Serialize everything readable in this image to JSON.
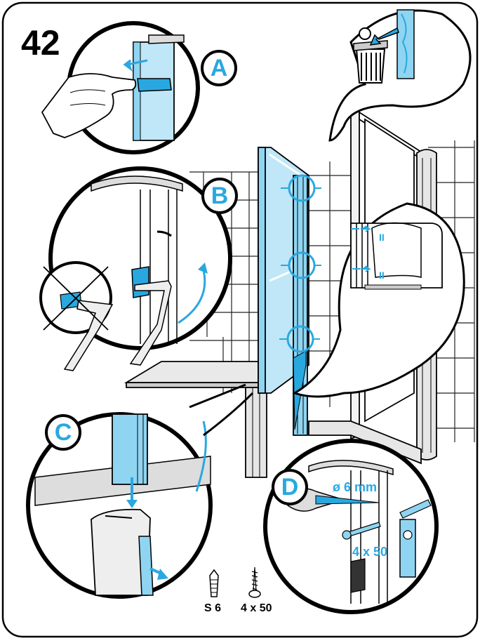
{
  "page": {
    "step_number": "42",
    "colors": {
      "outline": "#000000",
      "glass": "#8fd5f2",
      "glass_dark": "#29a8e0",
      "label_blue": "#29a8e0",
      "tile_line": "#222222",
      "metal": "#e6e6e6"
    }
  },
  "details": {
    "a": {
      "label": "A"
    },
    "b": {
      "label": "B"
    },
    "c": {
      "label": "C"
    },
    "d": {
      "label": "D",
      "drill_size": "ø 6 mm",
      "screw_size": "4 x 50"
    }
  },
  "hardware": {
    "plug_label": "S 6",
    "screw_label": "4 x 50"
  },
  "gap_mark": "II"
}
